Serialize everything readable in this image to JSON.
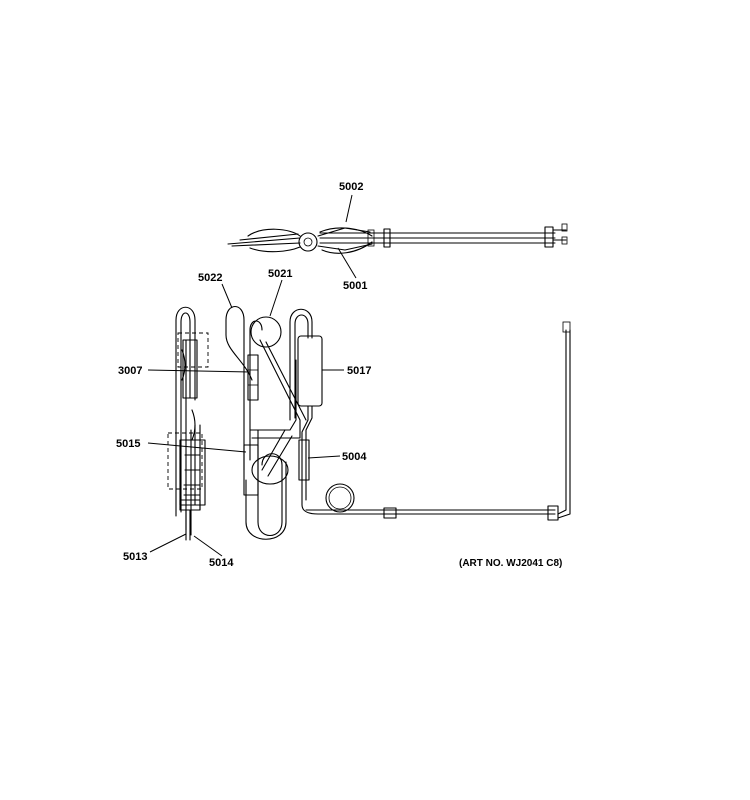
{
  "parts": {
    "p5002": "5002",
    "p5001": "5001",
    "p5022": "5022",
    "p5021": "5021",
    "p3007": "3007",
    "p5017": "5017",
    "p5015": "5015",
    "p5004": "5004",
    "p5013": "5013",
    "p5014": "5014"
  },
  "art_number": "(ART NO. WJ2041 C8)"
}
